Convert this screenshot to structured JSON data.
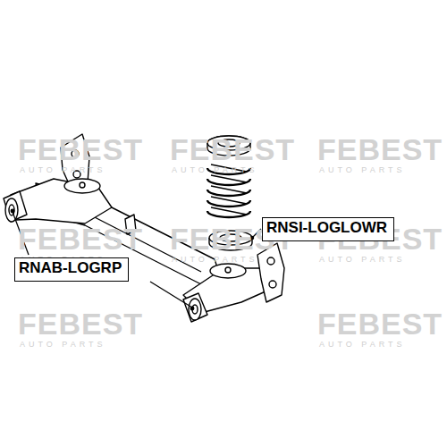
{
  "diagram": {
    "nodes": [
      {
        "text": [
          "RNSI-LOGLOWR"
        ]
      },
      {
        "text": [
          "RNAB-LOGRP"
        ]
      }
    ],
    "labels": [
      "FEBEST",
      "AUTO PARTS",
      "FEBEST",
      "AUTO PARTS",
      "FEBEST",
      "AUTO PARTS",
      "FEBEST",
      "AUTO PARTS",
      "FEBEST",
      "AUTO PARTS",
      "FEBEST",
      "AUTO PARTS",
      "FEBEST",
      "AUTO PARTS",
      "FEBEST",
      "AUTO PARTS"
    ]
  }
}
